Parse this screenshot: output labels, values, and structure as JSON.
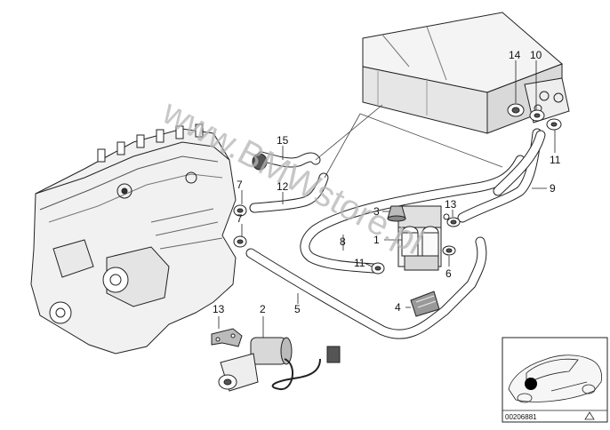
{
  "diagram": {
    "watermark": "www.BMWstore.pl",
    "reference_number": "00206881",
    "callouts": [
      {
        "id": "c1",
        "label": "1"
      },
      {
        "id": "c2",
        "label": "2"
      },
      {
        "id": "c3",
        "label": "3"
      },
      {
        "id": "c4",
        "label": "4"
      },
      {
        "id": "c5",
        "label": "5"
      },
      {
        "id": "c6",
        "label": "6"
      },
      {
        "id": "c7a",
        "label": "7"
      },
      {
        "id": "c7b",
        "label": "7"
      },
      {
        "id": "c8",
        "label": "8"
      },
      {
        "id": "c9",
        "label": "9"
      },
      {
        "id": "c10",
        "label": "10"
      },
      {
        "id": "c11a",
        "label": "11"
      },
      {
        "id": "c11b",
        "label": "11"
      },
      {
        "id": "c12",
        "label": "12"
      },
      {
        "id": "c13a",
        "label": "13"
      },
      {
        "id": "c13b",
        "label": "13"
      },
      {
        "id": "c14",
        "label": "14"
      },
      {
        "id": "c15",
        "label": "15"
      }
    ]
  }
}
